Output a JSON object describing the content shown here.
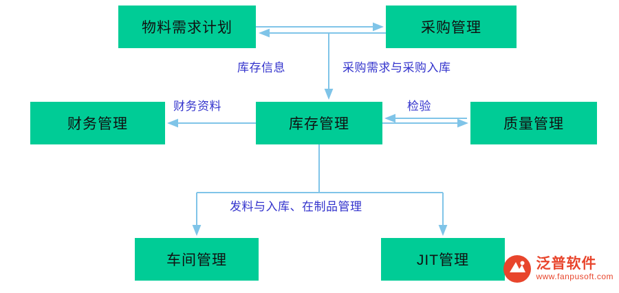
{
  "diagram": {
    "nodes": [
      {
        "id": "mrp",
        "label": "物料需求计划"
      },
      {
        "id": "purchase",
        "label": "采购管理"
      },
      {
        "id": "finance",
        "label": "财务管理"
      },
      {
        "id": "stock",
        "label": "库存管理"
      },
      {
        "id": "quality",
        "label": "质量管理"
      },
      {
        "id": "workshop",
        "label": "车间管理"
      },
      {
        "id": "jit",
        "label": "JIT管理"
      }
    ],
    "edge_labels": [
      {
        "id": "stock-info",
        "label": "库存信息"
      },
      {
        "id": "purchase-req",
        "label": "采购需求与采购入库"
      },
      {
        "id": "finance-data",
        "label": "财务资料"
      },
      {
        "id": "inspect",
        "label": "检验"
      },
      {
        "id": "issue-wip",
        "label": "发料与入库、在制品管理"
      }
    ],
    "colors": {
      "node_fill": "#00cc96",
      "node_text": "#111111",
      "edge_line": "#7fc4e8",
      "edge_label_text": "#3333cc",
      "background": "#ffffff"
    }
  },
  "watermark": {
    "name": "泛普软件",
    "url": "www.fanpusoft.com",
    "color": "#e8452c"
  }
}
